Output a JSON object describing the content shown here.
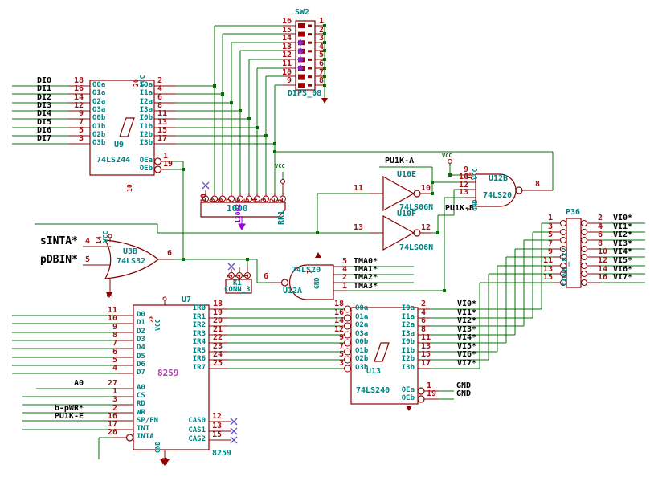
{
  "u9": {
    "ref": "U9",
    "value": "74LS244",
    "vcc_label": "VCC",
    "vcc_pin": "20",
    "gnd_pin": "10",
    "rows": [
      {
        "net": "DI0",
        "lpin": "18",
        "lname": "O0a",
        "rpin": "2",
        "rname": "I0a"
      },
      {
        "net": "DI1",
        "lpin": "16",
        "lname": "O1a",
        "rpin": "4",
        "rname": "I1a"
      },
      {
        "net": "DI2",
        "lpin": "14",
        "lname": "O2a",
        "rpin": "6",
        "rname": "I2a"
      },
      {
        "net": "DI3",
        "lpin": "12",
        "lname": "O3a",
        "rpin": "8",
        "rname": "I3a"
      },
      {
        "net": "DI4",
        "lpin": "9",
        "lname": "O0b",
        "rpin": "11",
        "rname": "I0b"
      },
      {
        "net": "DI5",
        "lpin": "7",
        "lname": "O1b",
        "rpin": "13",
        "rname": "I1b"
      },
      {
        "net": "DI6",
        "lpin": "5",
        "lname": "O2b",
        "rpin": "15",
        "rname": "I2b"
      },
      {
        "net": "DI7",
        "lpin": "3",
        "lname": "O3b",
        "rpin": "17",
        "rname": "I3b"
      }
    ],
    "oe_rows": [
      {
        "name": "OEa",
        "pin": "1"
      },
      {
        "name": "OEb",
        "pin": "19"
      }
    ]
  },
  "sw2": {
    "ref": "SW2",
    "value": "DIPS_08",
    "rows": [
      {
        "lpin": "16",
        "rpin": "1"
      },
      {
        "lpin": "15",
        "rpin": "2"
      },
      {
        "lpin": "14",
        "rpin": "3"
      },
      {
        "lpin": "13",
        "rpin": "4"
      },
      {
        "lpin": "12",
        "rpin": "5"
      },
      {
        "lpin": "11",
        "rpin": "6"
      },
      {
        "lpin": "10",
        "rpin": "7"
      },
      {
        "lpin": "9",
        "rpin": "8"
      }
    ]
  },
  "rr1": {
    "ref": "RR1",
    "value": "1000",
    "vcc_flag": "VCC",
    "overlay": "13002",
    "pins": [
      "10",
      "9",
      "8",
      "7",
      "6",
      "5",
      "4",
      "3",
      "2",
      "1"
    ]
  },
  "u10e": {
    "ref": "U10E",
    "value": "74LS06N",
    "in_pin": "11",
    "out_pin": "10",
    "pullup_label": "PU1K-A"
  },
  "u10f": {
    "ref": "U10F",
    "value": "74LS06N",
    "in_pin": "13",
    "out_pin": "12",
    "pullup_label": "PU1K-B"
  },
  "u12b": {
    "ref": "U12B",
    "value": "74LS20",
    "out_pin": "8",
    "vcc_label": "VCC",
    "vcc_pin": "14",
    "gnd_label": "GND",
    "gnd_pin": "7",
    "vcc_flag": "VCC",
    "in_pins": [
      {
        "pin": "9"
      },
      {
        "pin": "10"
      },
      {
        "pin": "12"
      },
      {
        "pin": "13"
      }
    ]
  },
  "u3b": {
    "ref": "U3B",
    "value": "74LS32",
    "out_pin": "6",
    "vcc_label": "VCC",
    "vcc_pin": "14",
    "gnd_pin": "7",
    "inputs": [
      {
        "net": "sINTA*",
        "pin": "4"
      },
      {
        "net": "pDBIN*",
        "pin": "5"
      }
    ]
  },
  "k1": {
    "ref": "K1",
    "value": "CONN_3",
    "pins": [
      "3",
      "2",
      "1"
    ]
  },
  "u12a": {
    "ref": "U12A",
    "value": "74LS20",
    "out_pin": "6",
    "gnd_label": "GND",
    "gnd_pin": "7",
    "rows": [
      {
        "pin": "5",
        "net": "TMA0*"
      },
      {
        "pin": "4",
        "net": "TMA1*"
      },
      {
        "pin": "2",
        "net": "TMA2*"
      },
      {
        "pin": "1",
        "net": "TMA3*"
      }
    ]
  },
  "p36": {
    "ref": "P36",
    "value": "CONN_8X2",
    "rows": [
      {
        "lpin": "1",
        "rpin": "2",
        "net": "VI0*"
      },
      {
        "lpin": "3",
        "rpin": "4",
        "net": "VI1*"
      },
      {
        "lpin": "5",
        "rpin": "6",
        "net": "VI2*"
      },
      {
        "lpin": "7",
        "rpin": "8",
        "net": "VI3*"
      },
      {
        "lpin": "9",
        "rpin": "10",
        "net": "VI4*"
      },
      {
        "lpin": "11",
        "rpin": "12",
        "net": "VI5*"
      },
      {
        "lpin": "13",
        "rpin": "14",
        "net": "VI6*"
      },
      {
        "lpin": "15",
        "rpin": "16",
        "net": "VI7*"
      }
    ]
  },
  "u7": {
    "ref": "U7",
    "value": "8259",
    "value_bottom": "8259",
    "vcc_label": "VCC",
    "vcc_pin": "28",
    "gnd_label": "GND",
    "gnd_pin": "14",
    "d_rows": [
      {
        "pin": "11",
        "name": "D0"
      },
      {
        "pin": "10",
        "name": "D1"
      },
      {
        "pin": "9",
        "name": "D2"
      },
      {
        "pin": "8",
        "name": "D3"
      },
      {
        "pin": "7",
        "name": "D4"
      },
      {
        "pin": "6",
        "name": "D5"
      },
      {
        "pin": "5",
        "name": "D6"
      },
      {
        "pin": "4",
        "name": "D7"
      }
    ],
    "ctrl_rows": [
      {
        "net": "A0",
        "pin": "27",
        "name": "A0"
      },
      {
        "net": "",
        "pin": "1",
        "name": "CS"
      },
      {
        "net": "",
        "pin": "3",
        "name": "RD"
      },
      {
        "net": "b-pWR*",
        "pin": "2",
        "name": "WR"
      },
      {
        "net": "PU1K-E",
        "pin": "16",
        "name": "SP/EN"
      },
      {
        "net": "",
        "pin": "17",
        "name": "INT"
      },
      {
        "net": "",
        "pin": "26",
        "name": "INTA"
      }
    ],
    "ir_rows": [
      {
        "name": "IR0",
        "pin": "18",
        "u13_pin": "18",
        "u13_name": "O0a"
      },
      {
        "name": "IR1",
        "pin": "19",
        "u13_pin": "16",
        "u13_name": "O1a"
      },
      {
        "name": "IR2",
        "pin": "20",
        "u13_pin": "14",
        "u13_name": "O2a"
      },
      {
        "name": "IR3",
        "pin": "21",
        "u13_pin": "12",
        "u13_name": "O3a"
      },
      {
        "name": "IR4",
        "pin": "22",
        "u13_pin": "9",
        "u13_name": "O0b"
      },
      {
        "name": "IR5",
        "pin": "23",
        "u13_pin": "7",
        "u13_name": "O1b"
      },
      {
        "name": "IR6",
        "pin": "24",
        "u13_pin": "5",
        "u13_name": "O2b"
      },
      {
        "name": "IR7",
        "pin": "25",
        "u13_pin": "3",
        "u13_name": "O3b"
      }
    ],
    "cas_rows": [
      {
        "name": "CAS0",
        "pin": "12"
      },
      {
        "name": "CAS1",
        "pin": "13"
      },
      {
        "name": "CAS2",
        "pin": "15"
      }
    ]
  },
  "u13": {
    "ref": "U13",
    "value": "74LS240",
    "right_rows": [
      {
        "name": "I0a",
        "pin": "2",
        "net": "VI0*"
      },
      {
        "name": "I1a",
        "pin": "4",
        "net": "VI1*"
      },
      {
        "name": "I2a",
        "pin": "6",
        "net": "VI2*"
      },
      {
        "name": "I3a",
        "pin": "8",
        "net": "VI3*"
      },
      {
        "name": "I0b",
        "pin": "11",
        "net": "VI4*"
      },
      {
        "name": "I1b",
        "pin": "13",
        "net": "VI5*"
      },
      {
        "name": "I2b",
        "pin": "15",
        "net": "VI6*"
      },
      {
        "name": "I3b",
        "pin": "17",
        "net": "VI7*"
      }
    ],
    "oe_rows": [
      {
        "name": "OEa",
        "pin": "1",
        "net": "GND"
      },
      {
        "name": "OEb",
        "pin": "19",
        "net": "GND"
      }
    ]
  }
}
